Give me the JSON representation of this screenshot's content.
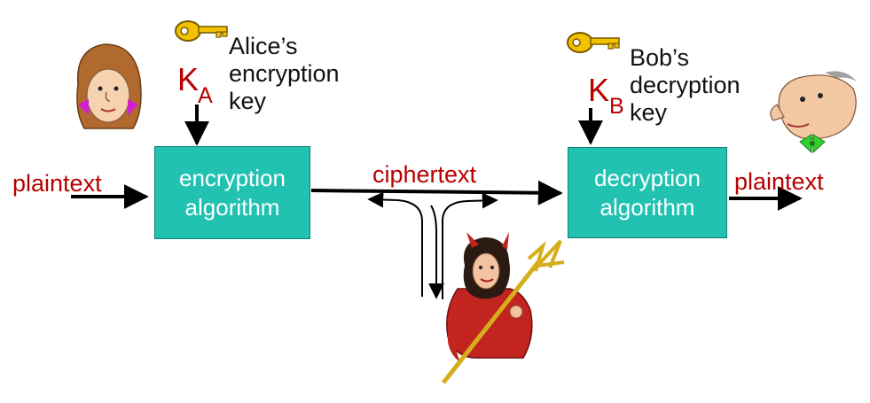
{
  "alice": {
    "key_symbol": "K",
    "key_subscript": "A",
    "label_lines": [
      "Alice’s",
      "encryption",
      "key"
    ]
  },
  "bob": {
    "key_symbol": "K",
    "key_subscript": "B",
    "label_lines": [
      "Bob’s",
      "decryption",
      "key"
    ]
  },
  "encryption_box": {
    "lines": [
      "encryption",
      "algorithm"
    ]
  },
  "decryption_box": {
    "lines": [
      "decryption",
      "algorithm"
    ]
  },
  "labels": {
    "plaintext_in": "plaintext",
    "ciphertext": "ciphertext",
    "plaintext_out": "plaintext"
  },
  "colors": {
    "box_fill": "#21c2b2",
    "label_red": "#b80000",
    "key_gold": "#e8b400",
    "text_black": "#111111",
    "box_text": "#ffffff"
  },
  "icons": [
    "key-icon",
    "alice-portrait",
    "bob-portrait",
    "trudy-devil-figure"
  ]
}
